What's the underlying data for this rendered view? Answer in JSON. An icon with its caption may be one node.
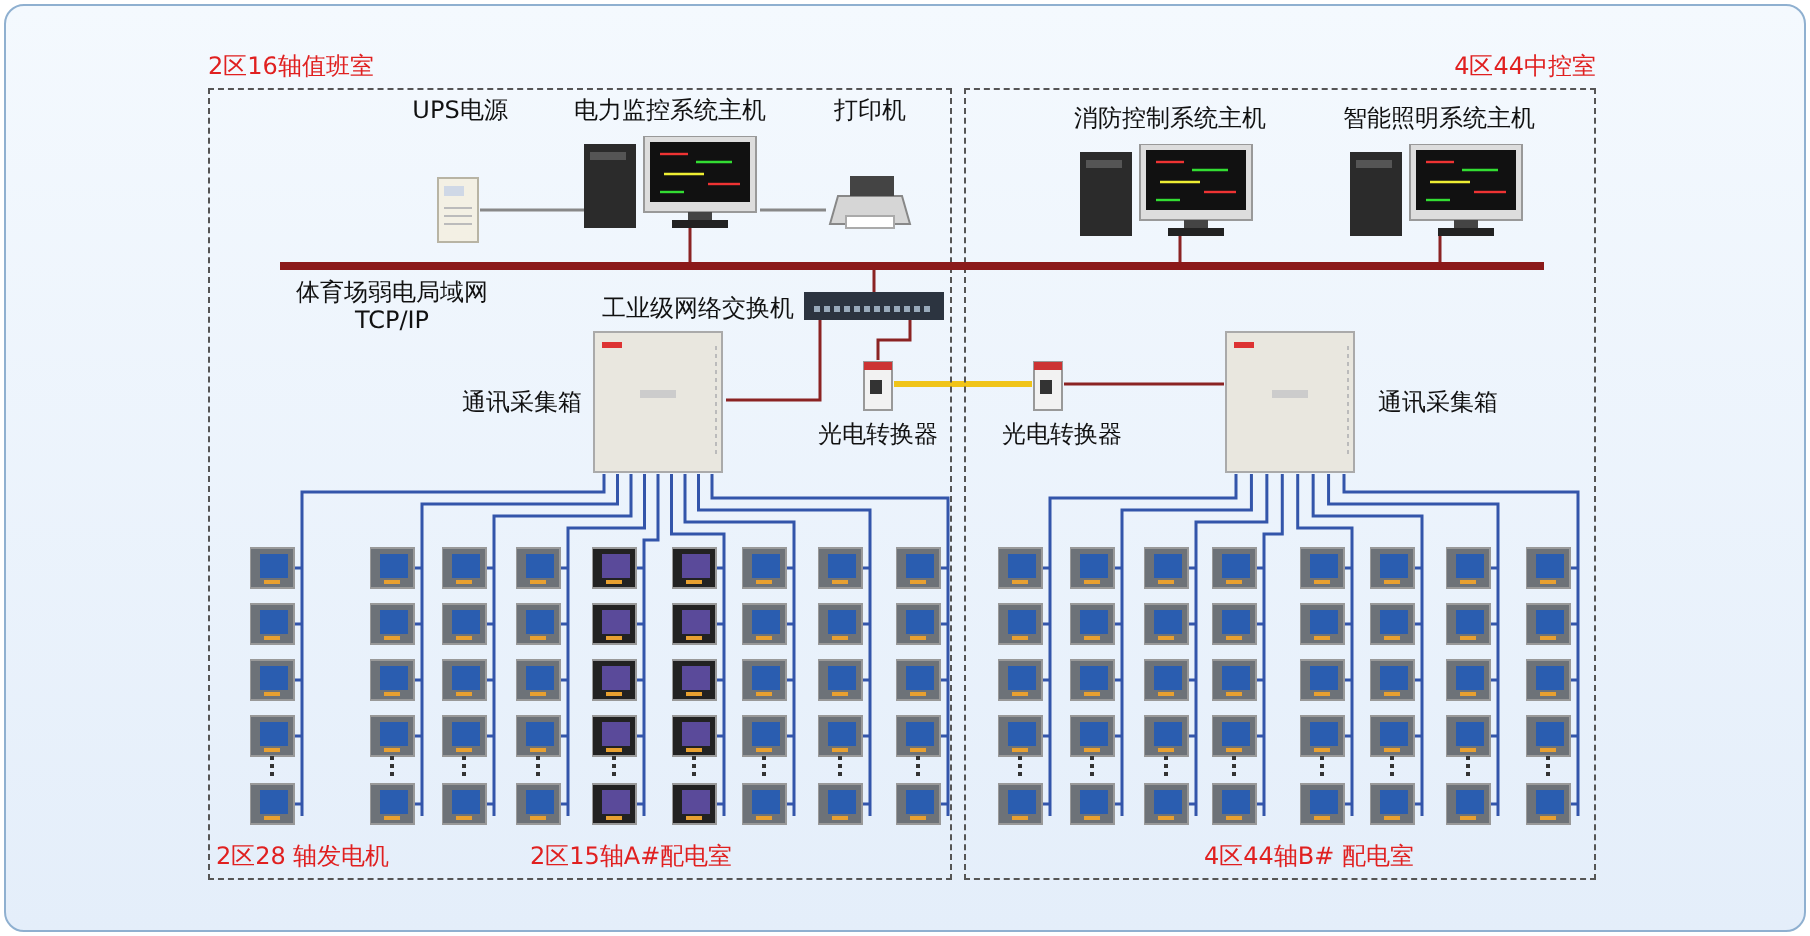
{
  "diagram": {
    "nodes": [
      {
        "text": [
          "2区16轴值班室"
        ]
      },
      {
        "text": [
          "4区44中控室"
        ]
      },
      {
        "text": [
          "UPS电源"
        ],
        "in": 0
      },
      {
        "text": [
          "电力监控系统主机"
        ],
        "in": 0
      },
      {
        "text": [
          "打印机"
        ],
        "in": 0
      },
      {
        "text": [],
        "shape": "bar"
      },
      {
        "text": [
          "工业级网络交换机"
        ],
        "in": 0
      },
      {
        "text": [
          "通讯采集箱"
        ],
        "in": 0
      },
      {
        "text": [
          "光电转换器"
        ],
        "in": 0
      },
      {
        "text": [
          "消防控制系统主机"
        ],
        "in": 1
      },
      {
        "text": [
          "智能照明系统主机"
        ],
        "in": 1
      },
      {
        "text": [
          "光电转换器"
        ],
        "in": 1
      },
      {
        "text": [
          "通讯采集箱"
        ],
        "in": 1
      },
      {
        "text": [],
        "shape": "picture",
        "in": 0
      },
      {
        "text": [],
        "shape": "picture",
        "in": 0
      },
      {
        "text": [],
        "shape": "picture",
        "in": 0
      },
      {
        "text": [],
        "shape": "picture",
        "in": 0
      },
      {
        "text": [],
        "shape": "picture",
        "in": 0
      },
      {
        "text": [],
        "shape": "picture",
        "in": 0
      },
      {
        "text": [],
        "shape": "picture",
        "in": 0
      },
      {
        "text": [],
        "shape": "picture",
        "in": 0
      },
      {
        "text": [],
        "shape": "picture",
        "in": 0
      },
      {
        "text": [],
        "shape": "picture",
        "in": 1
      },
      {
        "text": [],
        "shape": "picture",
        "in": 1
      },
      {
        "text": [],
        "shape": "picture",
        "in": 1
      },
      {
        "text": [],
        "shape": "picture",
        "in": 1
      },
      {
        "text": [],
        "shape": "picture",
        "in": 1
      },
      {
        "text": [],
        "shape": "picture",
        "in": 1
      },
      {
        "text": [],
        "shape": "picture",
        "in": 1
      },
      {
        "text": [],
        "shape": "picture",
        "in": 1
      }
    ],
    "edges": [
      {
        "from": 2,
        "to": 3,
        "arrow": "none",
        "color": "#888888"
      },
      {
        "from": 3,
        "to": 4,
        "arrow": "none",
        "color": "#888888"
      },
      {
        "from": 3,
        "to": 5,
        "arrow": "none",
        "color": "#8b2323"
      },
      {
        "from": 9,
        "to": 5,
        "arrow": "none",
        "color": "#8b2323"
      },
      {
        "from": 10,
        "to": 5,
        "arrow": "none",
        "color": "#8b2323"
      },
      {
        "from": 6,
        "to": 5,
        "arrow": "none",
        "color": "#8b2323"
      },
      {
        "from": 6,
        "to": 7,
        "arrow": "none",
        "color": "#8b2323"
      },
      {
        "from": 6,
        "to": 8,
        "arrow": "none",
        "color": "#8b2323"
      },
      {
        "from": 8,
        "to": 11,
        "arrow": "none",
        "style": "thick",
        "color": "#f0c419"
      },
      {
        "from": 11,
        "to": 12,
        "arrow": "none",
        "color": "#8b2323"
      },
      {
        "from": 7,
        "to": 13,
        "arrow": "none"
      },
      {
        "from": 7,
        "to": 14,
        "arrow": "none"
      },
      {
        "from": 7,
        "to": 15,
        "arrow": "none"
      },
      {
        "from": 7,
        "to": 16,
        "arrow": "none"
      },
      {
        "from": 7,
        "to": 17,
        "arrow": "none"
      },
      {
        "from": 7,
        "to": 18,
        "arrow": "none"
      },
      {
        "from": 7,
        "to": 19,
        "arrow": "none"
      },
      {
        "from": 7,
        "to": 20,
        "arrow": "none"
      },
      {
        "from": 7,
        "to": 21,
        "arrow": "none"
      },
      {
        "from": 12,
        "to": 22,
        "arrow": "none"
      },
      {
        "from": 12,
        "to": 23,
        "arrow": "none"
      },
      {
        "from": 12,
        "to": 24,
        "arrow": "none"
      },
      {
        "from": 12,
        "to": 25,
        "arrow": "none"
      },
      {
        "from": 12,
        "to": 26,
        "arrow": "none"
      },
      {
        "from": 12,
        "to": 27,
        "arrow": "none"
      },
      {
        "from": 12,
        "to": 28,
        "arrow": "none"
      },
      {
        "from": 12,
        "to": 29,
        "arrow": "none"
      }
    ],
    "labels": [
      "体育场弱电局域网 TCP/IP",
      "2区28 轴发电机",
      "2区15轴A#配电室",
      "4区44轴B# 配电室"
    ]
  }
}
